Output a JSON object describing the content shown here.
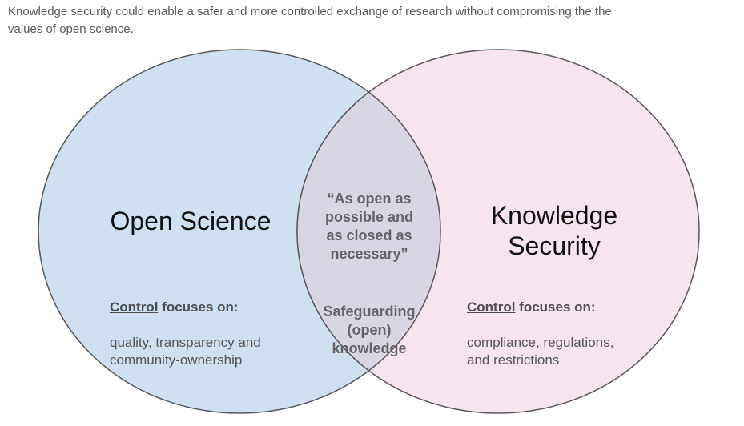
{
  "caption": "Knowledge security could enable a safer and more controlled exchange of research without compromising the the\nvalues of open science.",
  "diagram": {
    "stroke_color": "#57575b",
    "left_circle": {
      "title": "Open Science",
      "control_label": "Control",
      "control_rest": " focuses on:",
      "details": "quality, transparency and\ncommunity-ownership",
      "fill": "#cfe0f2"
    },
    "right_circle": {
      "title": "Knowledge\nSecurity",
      "control_label": "Control",
      "control_rest": " focuses on:",
      "details": "compliance, regulations,\nand restrictions",
      "fill": "#f6e4ee"
    },
    "intersection": {
      "quote": "“As open as\npossible and\nas closed as\nnecessary”",
      "subtext": "Safeguarding\n(open)\nknowledge",
      "fill": "#d8d6e2"
    }
  }
}
